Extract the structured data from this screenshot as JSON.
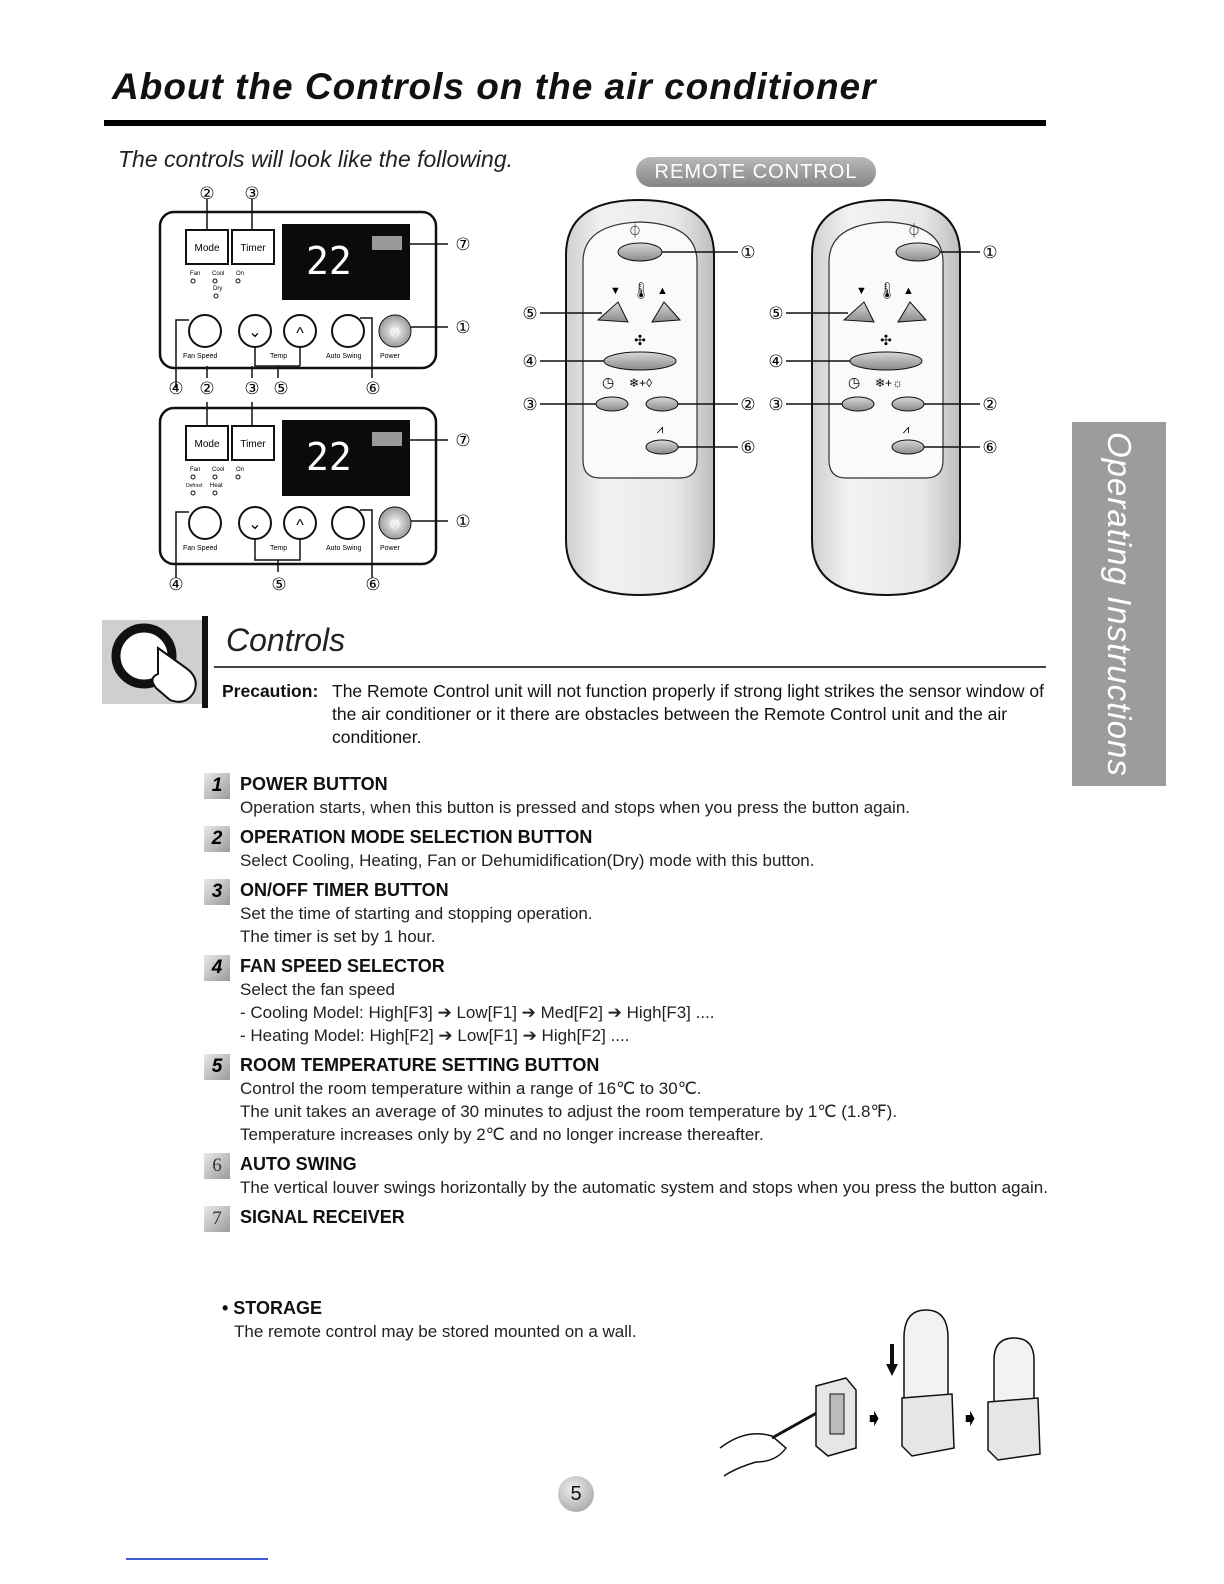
{
  "title": "About the Controls on the air conditioner",
  "subtitle": "The controls will look like the following.",
  "remote_badge": "REMOTE CONTROL",
  "side_tab": "Operating Instructions",
  "panel": {
    "display_value": "22",
    "btn_mode": "Mode",
    "btn_timer": "Timer",
    "panel1_indicators": [
      "Fan",
      "Cool",
      "On",
      "Dry"
    ],
    "panel2_indicators": [
      "Fan",
      "Cool",
      "On",
      "Defrost",
      "Heat"
    ],
    "label_fan_speed": "Fan Speed",
    "label_temp": "Temp",
    "label_auto_swing": "Auto Swing",
    "label_power": "Power"
  },
  "callouts": {
    "n1": "①",
    "n2": "②",
    "n3": "③",
    "n4": "④",
    "n5": "⑤",
    "n6": "⑥",
    "n7": "⑦"
  },
  "controls_heading": "Controls",
  "precaution": {
    "label": "Precaution:",
    "text": "The Remote Control unit will not function properly if strong light strikes the sensor window of the air conditioner or it there are obstacles between the Remote Control unit and the air conditioner."
  },
  "items": [
    {
      "num": "1",
      "title": "POWER BUTTON",
      "lines": [
        "Operation starts, when this button is pressed and stops when you press the button again."
      ]
    },
    {
      "num": "2",
      "title": "OPERATION MODE SELECTION BUTTON",
      "lines": [
        "Select Cooling, Heating, Fan or Dehumidification(Dry) mode with this button."
      ]
    },
    {
      "num": "3",
      "title": "ON/OFF TIMER BUTTON",
      "lines": [
        "Set the time of starting and stopping operation.",
        "The timer is set by 1 hour."
      ]
    },
    {
      "num": "4",
      "title": "FAN SPEED SELECTOR",
      "lines": [
        "Select the fan speed",
        "- Cooling Model: High[F3] ➔ Low[F1] ➔ Med[F2] ➔ High[F3] ....",
        "- Heating Model: High[F2] ➔ Low[F1] ➔ High[F2] ...."
      ]
    },
    {
      "num": "5",
      "title": "ROOM TEMPERATURE SETTING BUTTON",
      "lines": [
        "Control the room temperature within a range of 16℃ to 30℃.",
        "The unit takes an average of 30 minutes to adjust the room temperature by 1℃ (1.8℉).",
        "Temperature increases only by 2℃ and no longer increase thereafter."
      ]
    },
    {
      "num": "6",
      "title": "AUTO SWING",
      "lines": [
        "The vertical louver swings horizontally by the automatic system and stops when you press the button again."
      ]
    },
    {
      "num": "7",
      "title": "SIGNAL RECEIVER",
      "lines": []
    }
  ],
  "storage": {
    "title": "• STORAGE",
    "text": "The remote control may be stored mounted on a wall."
  },
  "page_number": "5"
}
